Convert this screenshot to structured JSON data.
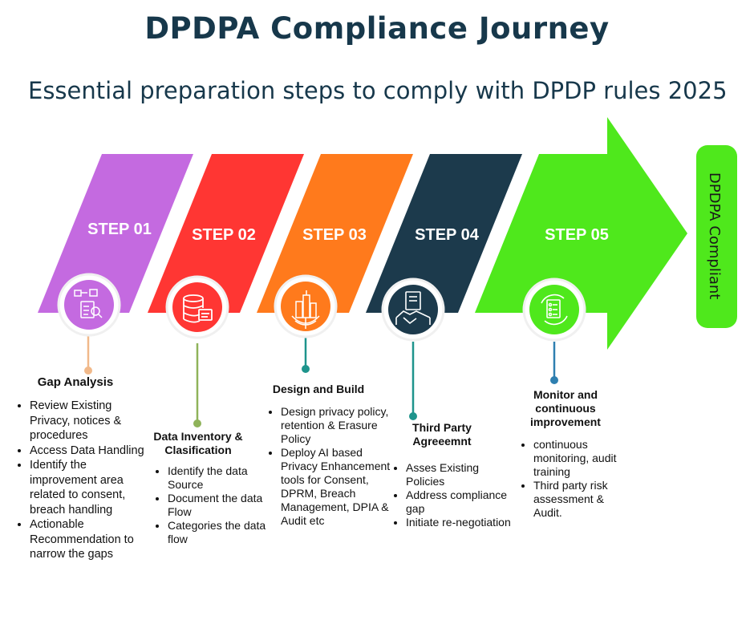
{
  "title": "DPDPA Compliance Journey",
  "subtitle": "Essential preparation steps to comply with DPDP rules 2025",
  "final": {
    "label": "DPDPA Compliant",
    "color": "#4fe81c"
  },
  "steps": [
    {
      "label": "STEP 01",
      "color": "#c46ae0",
      "icon": "checklist-search-icon",
      "heading": "Gap Analysis",
      "items": [
        "Review Existing Privacy, notices & procedures",
        "Access Data Handling",
        "Identify the improvement area related to consent, breach handling",
        "Actionable Recommendation to narrow the gaps"
      ]
    },
    {
      "label": "STEP 02",
      "color": "#ff3633",
      "icon": "database-icon",
      "heading": "Data Inventory & Clasification",
      "items": [
        "Identify the data Source",
        "Document the data Flow",
        "Categories the data flow"
      ]
    },
    {
      "label": "STEP 03",
      "color": "#ff7a1c",
      "icon": "city-globe-icon",
      "heading": "Design and Build",
      "items": [
        "Design privacy policy, retention & Erasure Policy",
        "Deploy AI based Privacy Enhancement tools for Consent, DPRM, Breach Management, DPIA & Audit etc"
      ]
    },
    {
      "label": "STEP 04",
      "color": "#1c3a4c",
      "icon": "handshake-contract-icon",
      "heading": "Third Party Agreeemnt",
      "items": [
        "Asses Existing Policies",
        "Address compliance gap",
        "Initiate re-negotiation"
      ]
    },
    {
      "label": "STEP 05",
      "color": "#4fe81c",
      "icon": "monitor-cycle-icon",
      "heading": "Monitor and continuous improvement",
      "items": [
        "continuous monitoring, audit training",
        "Third party risk assessment & Audit."
      ]
    }
  ],
  "connector_colors": [
    "#f1b98a",
    "#8fb35a",
    "#1e948c",
    "#1e948c",
    "#2e7fb0"
  ]
}
